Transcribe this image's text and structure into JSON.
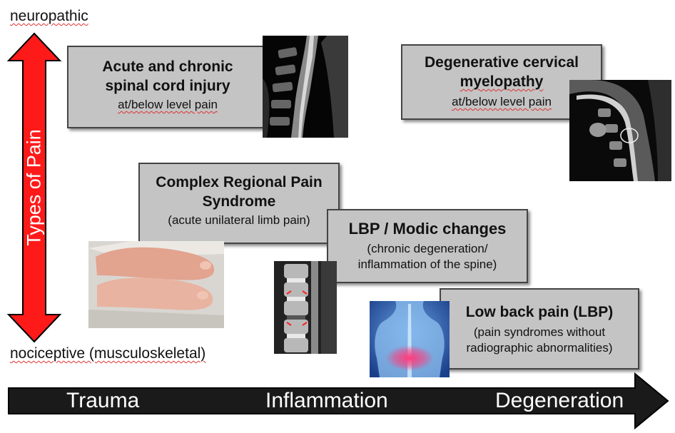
{
  "axis": {
    "top_label": "neuropathic",
    "bottom_label": "nociceptive (musculoskeletal)",
    "vertical_title": "Types of Pain"
  },
  "timeline": {
    "stages": [
      "Trauma",
      "Inflammation",
      "Degeneration"
    ]
  },
  "boxes": {
    "sci": {
      "title_l1": "Acute and chronic",
      "title_l2": "spinal cord injury",
      "sub": "at/below level pain"
    },
    "dcm": {
      "title_l1": "Degenerative cervical",
      "title_l2": "myelopathy",
      "sub": "at/below level pain"
    },
    "crps": {
      "title_l1": "Complex Regional Pain",
      "title_l2": "Syndrome",
      "sub": "(acute unilateral limb pain)"
    },
    "modic": {
      "title": "LBP / Modic changes",
      "sub_l1": "(chronic degeneration/",
      "sub_l2": "inflammation of the spine)"
    },
    "lbp": {
      "title": "Low back pain (LBP)",
      "sub_l1": "(pain syndromes without",
      "sub_l2": "radiographic abnormalities)"
    }
  },
  "colors": {
    "vertical_arrow": "#ff1a1a",
    "timeline_arrow": "#1a1a1a",
    "box_fill": "#c4c4c4"
  }
}
